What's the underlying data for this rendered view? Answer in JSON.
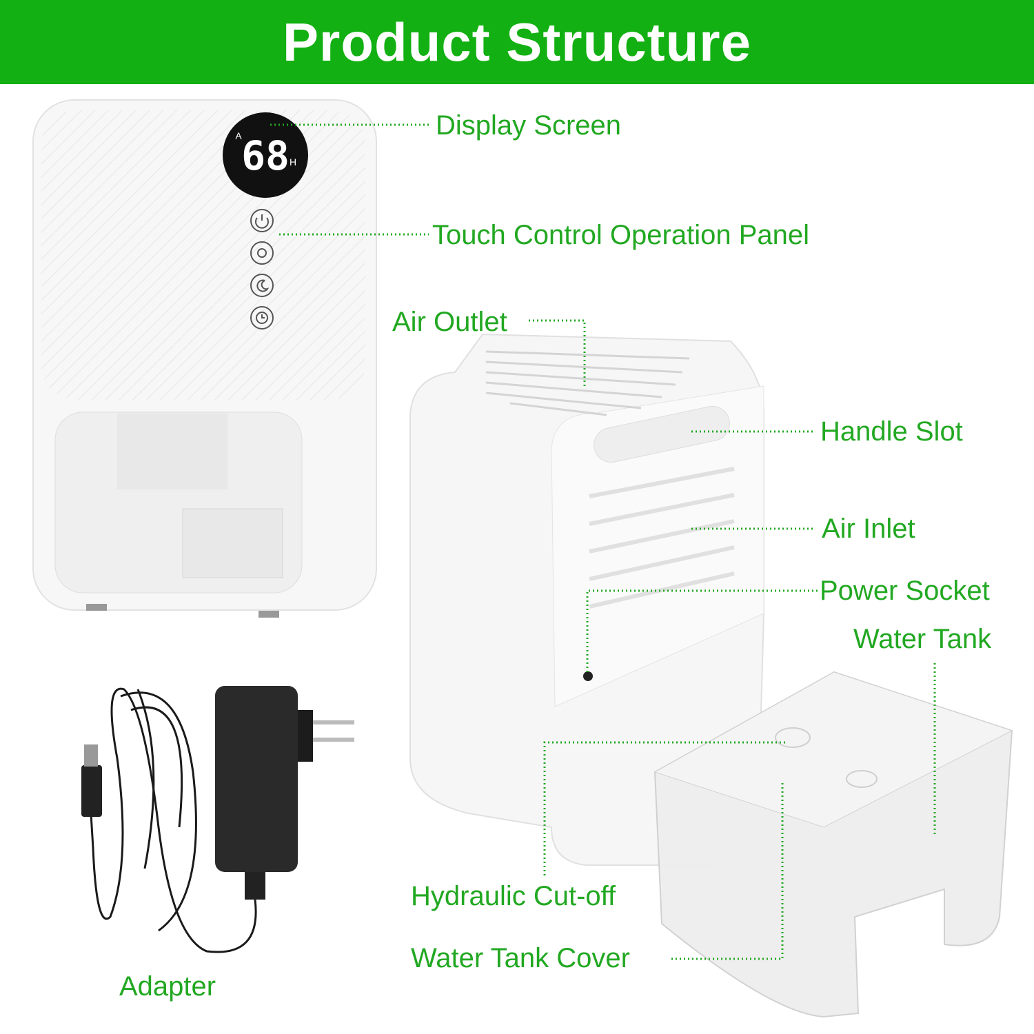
{
  "title": "Product Structure",
  "display": {
    "reading": "68",
    "mode_letter": "A",
    "unit_letter": "H"
  },
  "labels": {
    "display_screen": "Display Screen",
    "touch_panel": "Touch Control Operation Panel",
    "air_outlet": "Air Outlet",
    "handle_slot": "Handle Slot",
    "air_inlet": "Air Inlet",
    "power_socket": "Power Socket",
    "water_tank": "Water Tank",
    "hydraulic_cutoff": "Hydraulic Cut-off",
    "water_tank_cover": "Water Tank Cover",
    "adapter": "Adapter"
  },
  "colors": {
    "header": "#12b012",
    "label": "#22a822"
  }
}
